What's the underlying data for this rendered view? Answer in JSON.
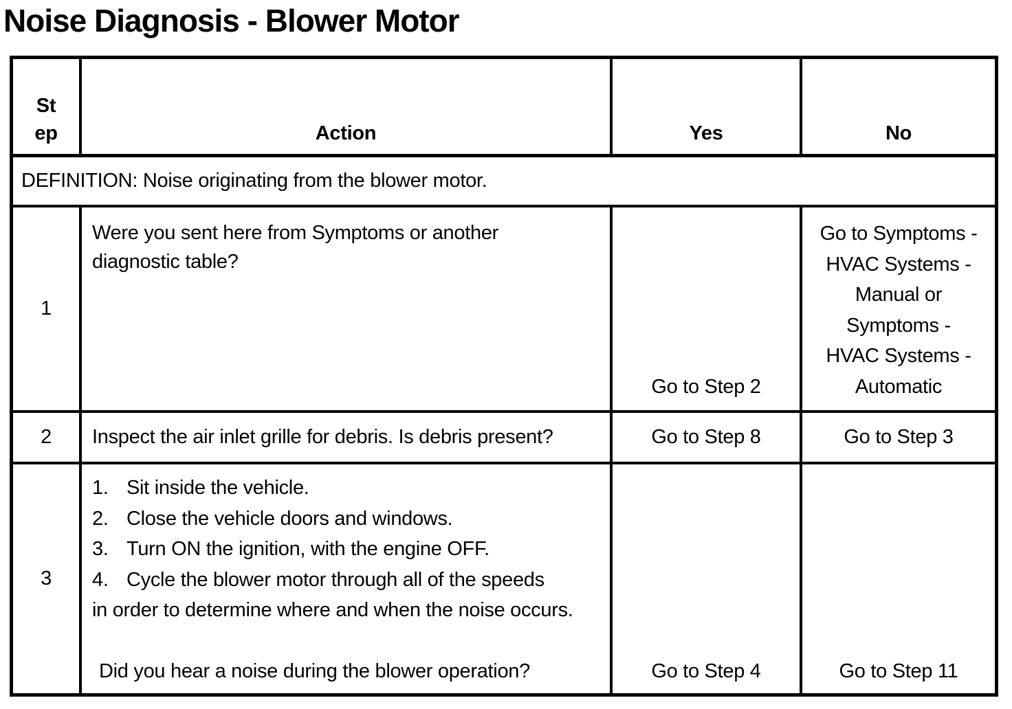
{
  "colors": {
    "text": "#000000",
    "background": "#ffffff",
    "border": "#000000"
  },
  "page_title": "Noise Diagnosis - Blower Motor",
  "table": {
    "header": {
      "step_line1": "St",
      "step_line2": "ep",
      "action": "Action",
      "yes": "Yes",
      "no": "No"
    },
    "definition": "DEFINITION: Noise originating from the blower motor.",
    "rows": [
      {
        "step": "1",
        "action_lines": [
          "Were you sent here from Symptoms or another",
          "diagnostic table?"
        ],
        "yes": "Go to Step 2",
        "no_lines": [
          "Go to Symptoms -",
          "HVAC Systems -",
          "Manual or",
          "Symptoms -",
          "HVAC Systems -",
          "Automatic"
        ]
      },
      {
        "step": "2",
        "action": "Inspect the air inlet grille for debris. Is debris present?",
        "yes": "Go to Step 8",
        "no": "Go to Step 3"
      },
      {
        "step": "3",
        "action_list": [
          {
            "num": "1.",
            "text": "Sit inside the vehicle."
          },
          {
            "num": "2.",
            "text": "Close the vehicle doors and windows."
          },
          {
            "num": "3.",
            "text": "Turn ON the ignition, with the engine OFF."
          },
          {
            "num": "4.",
            "text": "Cycle the blower motor through all of the speeds"
          }
        ],
        "action_continuation": "in order to determine where and when the noise occurs.",
        "action_question": "Did you hear a noise during the blower operation?",
        "yes": "Go to Step 4",
        "no": "Go to Step 11"
      }
    ]
  }
}
